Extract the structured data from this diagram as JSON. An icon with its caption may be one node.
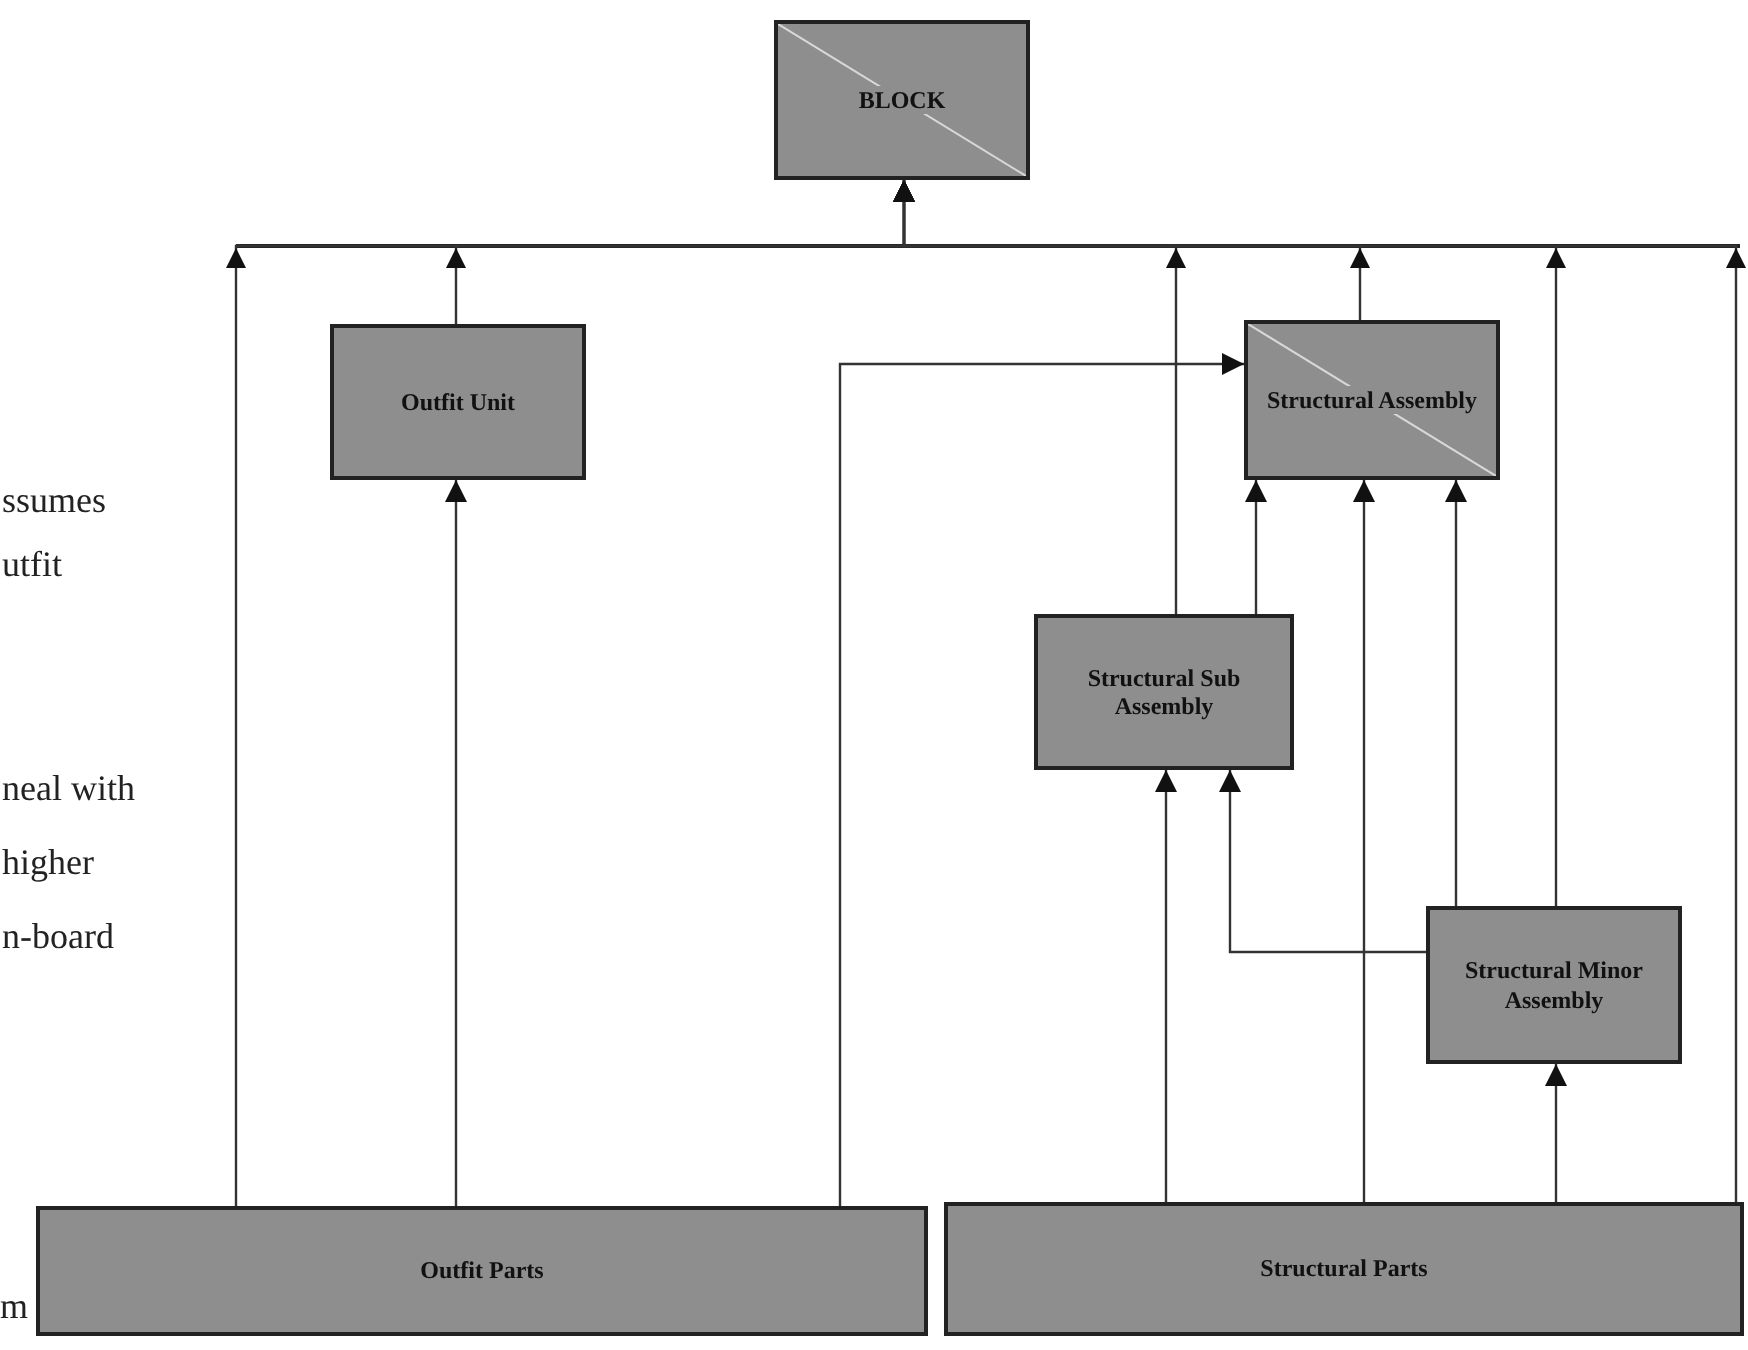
{
  "diagram": {
    "nodes": [
      {
        "text": [
          "BLOCK"
        ]
      },
      {
        "text": [
          "Outfit Unit"
        ]
      },
      {
        "text": [
          "Structural Assembly"
        ]
      },
      {
        "text": [
          "Structural Sub Assembly"
        ]
      },
      {
        "text": [
          "Structural Minor Assembly"
        ]
      },
      {
        "text": [
          "Outfit Parts"
        ]
      },
      {
        "text": [
          "Structural Parts"
        ]
      }
    ],
    "edges": [
      {
        "from": 5,
        "to": 0,
        "arrow": "to"
      },
      {
        "from": 1,
        "to": 0,
        "arrow": "to"
      },
      {
        "from": 5,
        "to": 1,
        "arrow": "to"
      },
      {
        "from": 5,
        "to": 2,
        "arrow": "to"
      },
      {
        "from": 3,
        "to": 0,
        "arrow": "to"
      },
      {
        "from": 3,
        "to": 2,
        "arrow": "to"
      },
      {
        "from": 2,
        "to": 0,
        "arrow": "to"
      },
      {
        "from": 4,
        "to": 2,
        "arrow": "to"
      },
      {
        "from": 4,
        "to": 0,
        "arrow": "to"
      },
      {
        "from": 6,
        "to": 0,
        "arrow": "to"
      },
      {
        "from": 6,
        "to": 3,
        "arrow": "to"
      },
      {
        "from": 4,
        "to": 3,
        "arrow": "to"
      },
      {
        "from": 6,
        "to": 2,
        "arrow": "to"
      },
      {
        "from": 6,
        "to": 4,
        "arrow": "to"
      }
    ],
    "labels": [
      "ssumes",
      "utfit",
      "neal with",
      "higher",
      "n-board",
      "m"
    ]
  }
}
